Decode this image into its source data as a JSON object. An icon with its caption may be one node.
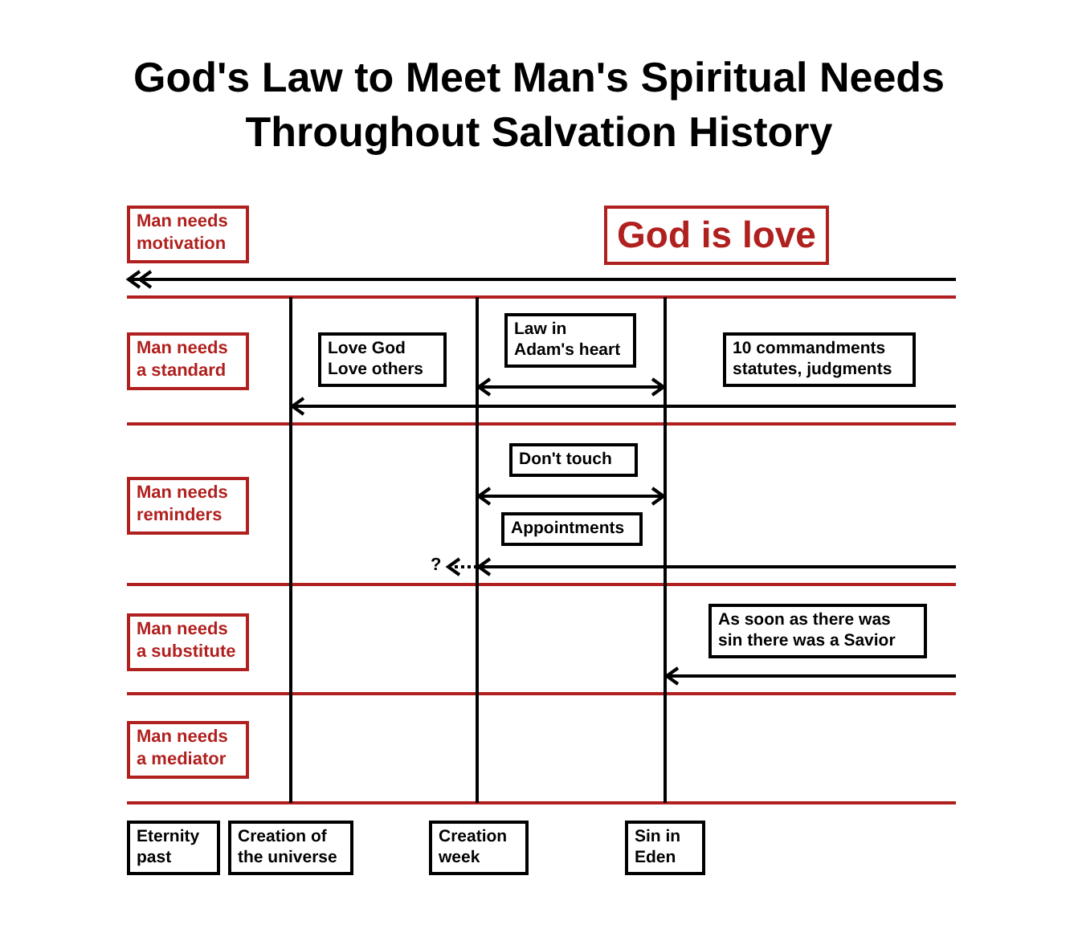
{
  "diagram": {
    "title": "God's Law to Meet Man's Spiritual Needs Throughout Salvation History",
    "nodes": [
      {
        "text": [
          "Man needs motivation"
        ]
      },
      {
        "text": [
          "God is love"
        ]
      },
      {
        "text": [
          "Man needs a standard"
        ]
      },
      {
        "text": [
          "Love God",
          "Love others"
        ]
      },
      {
        "text": [
          "Law in Adam's heart"
        ]
      },
      {
        "text": [
          "10 commandments",
          "statutes, judgments"
        ]
      },
      {
        "text": [
          "Man needs reminders"
        ]
      },
      {
        "text": [
          "Don't touch"
        ]
      },
      {
        "text": [
          "Appointments"
        ]
      },
      {
        "text": [
          "Man needs a substitute"
        ]
      },
      {
        "text": [
          "As soon as there was sin there was a Savior"
        ]
      },
      {
        "text": [
          "Man needs a mediator"
        ]
      },
      {
        "text": [
          "Eternity past"
        ]
      },
      {
        "text": [
          "Creation of the universe"
        ]
      },
      {
        "text": [
          "Creation week"
        ]
      },
      {
        "text": [
          "Sin in Eden"
        ]
      }
    ],
    "labels": [
      "?"
    ]
  }
}
